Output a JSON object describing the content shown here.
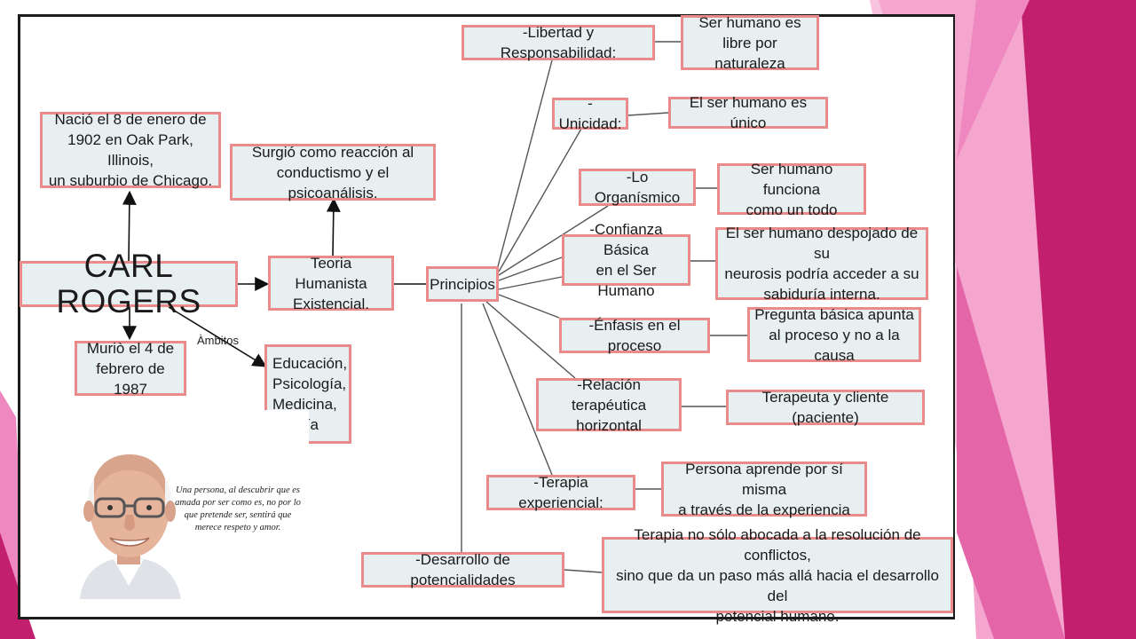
{
  "colors": {
    "node_fill": "#e7eff1",
    "node_border": "#e98b8b",
    "pink_light": "#f7c3df",
    "pink_mid": "#ef88c0",
    "magenta": "#c2206e"
  },
  "diagram": {
    "title": "CARL ROGERS",
    "birth": "Nació el 8 de enero de\n1902 en Oak Park, Illinois,\nun suburbio de Chicago.",
    "death": "Muriò el 4 de\nfebrero de 1987",
    "theory": "Teoria Humanista\nExistencial.",
    "reaction": "Surgió como reacción al\nconductismo y el psicoanálisis.",
    "ambitos_label": "Àmbitos",
    "ambitos": "Educación,\nPsicología,\nMedicina,\nagogía",
    "principios": "Principios",
    "principles": [
      {
        "name": "-Libertad y Responsabilidad:",
        "desc": "Ser humano es\nlibre por naturaleza"
      },
      {
        "name": "-Unicidad:",
        "desc": "El ser humano es único"
      },
      {
        "name": "-Lo Organísmico",
        "desc": "Ser humano funciona\ncomo un todo"
      },
      {
        "name": "-Confianza Básica\nen el Ser Humano",
        "desc": "El ser humano despojado de su\nneurosis podría acceder a su\nsabiduría interna."
      },
      {
        "name": "-Énfasis en el proceso",
        "desc": "Pregunta básica apunta\nal proceso y no a la causa"
      },
      {
        "name": "-Relación terapéutica\nhorizontal",
        "desc": "Terapeuta y cliente (paciente)"
      },
      {
        "name": "-Terapia experiencial:",
        "desc": "Persona aprende por sí misma\na través de la experiencia"
      },
      {
        "name": "-Desarrollo de potencialidades",
        "desc": "Terapia no sólo abocada a la resolución de conflictos,\nsino que da un paso más allá hacia el desarrollo del\npotencial humano."
      }
    ]
  },
  "quote": "Una persona, al descubrir que es\namada por ser como es, no por lo\nque pretende ser, sentirá que\nmerece respeto y amor."
}
